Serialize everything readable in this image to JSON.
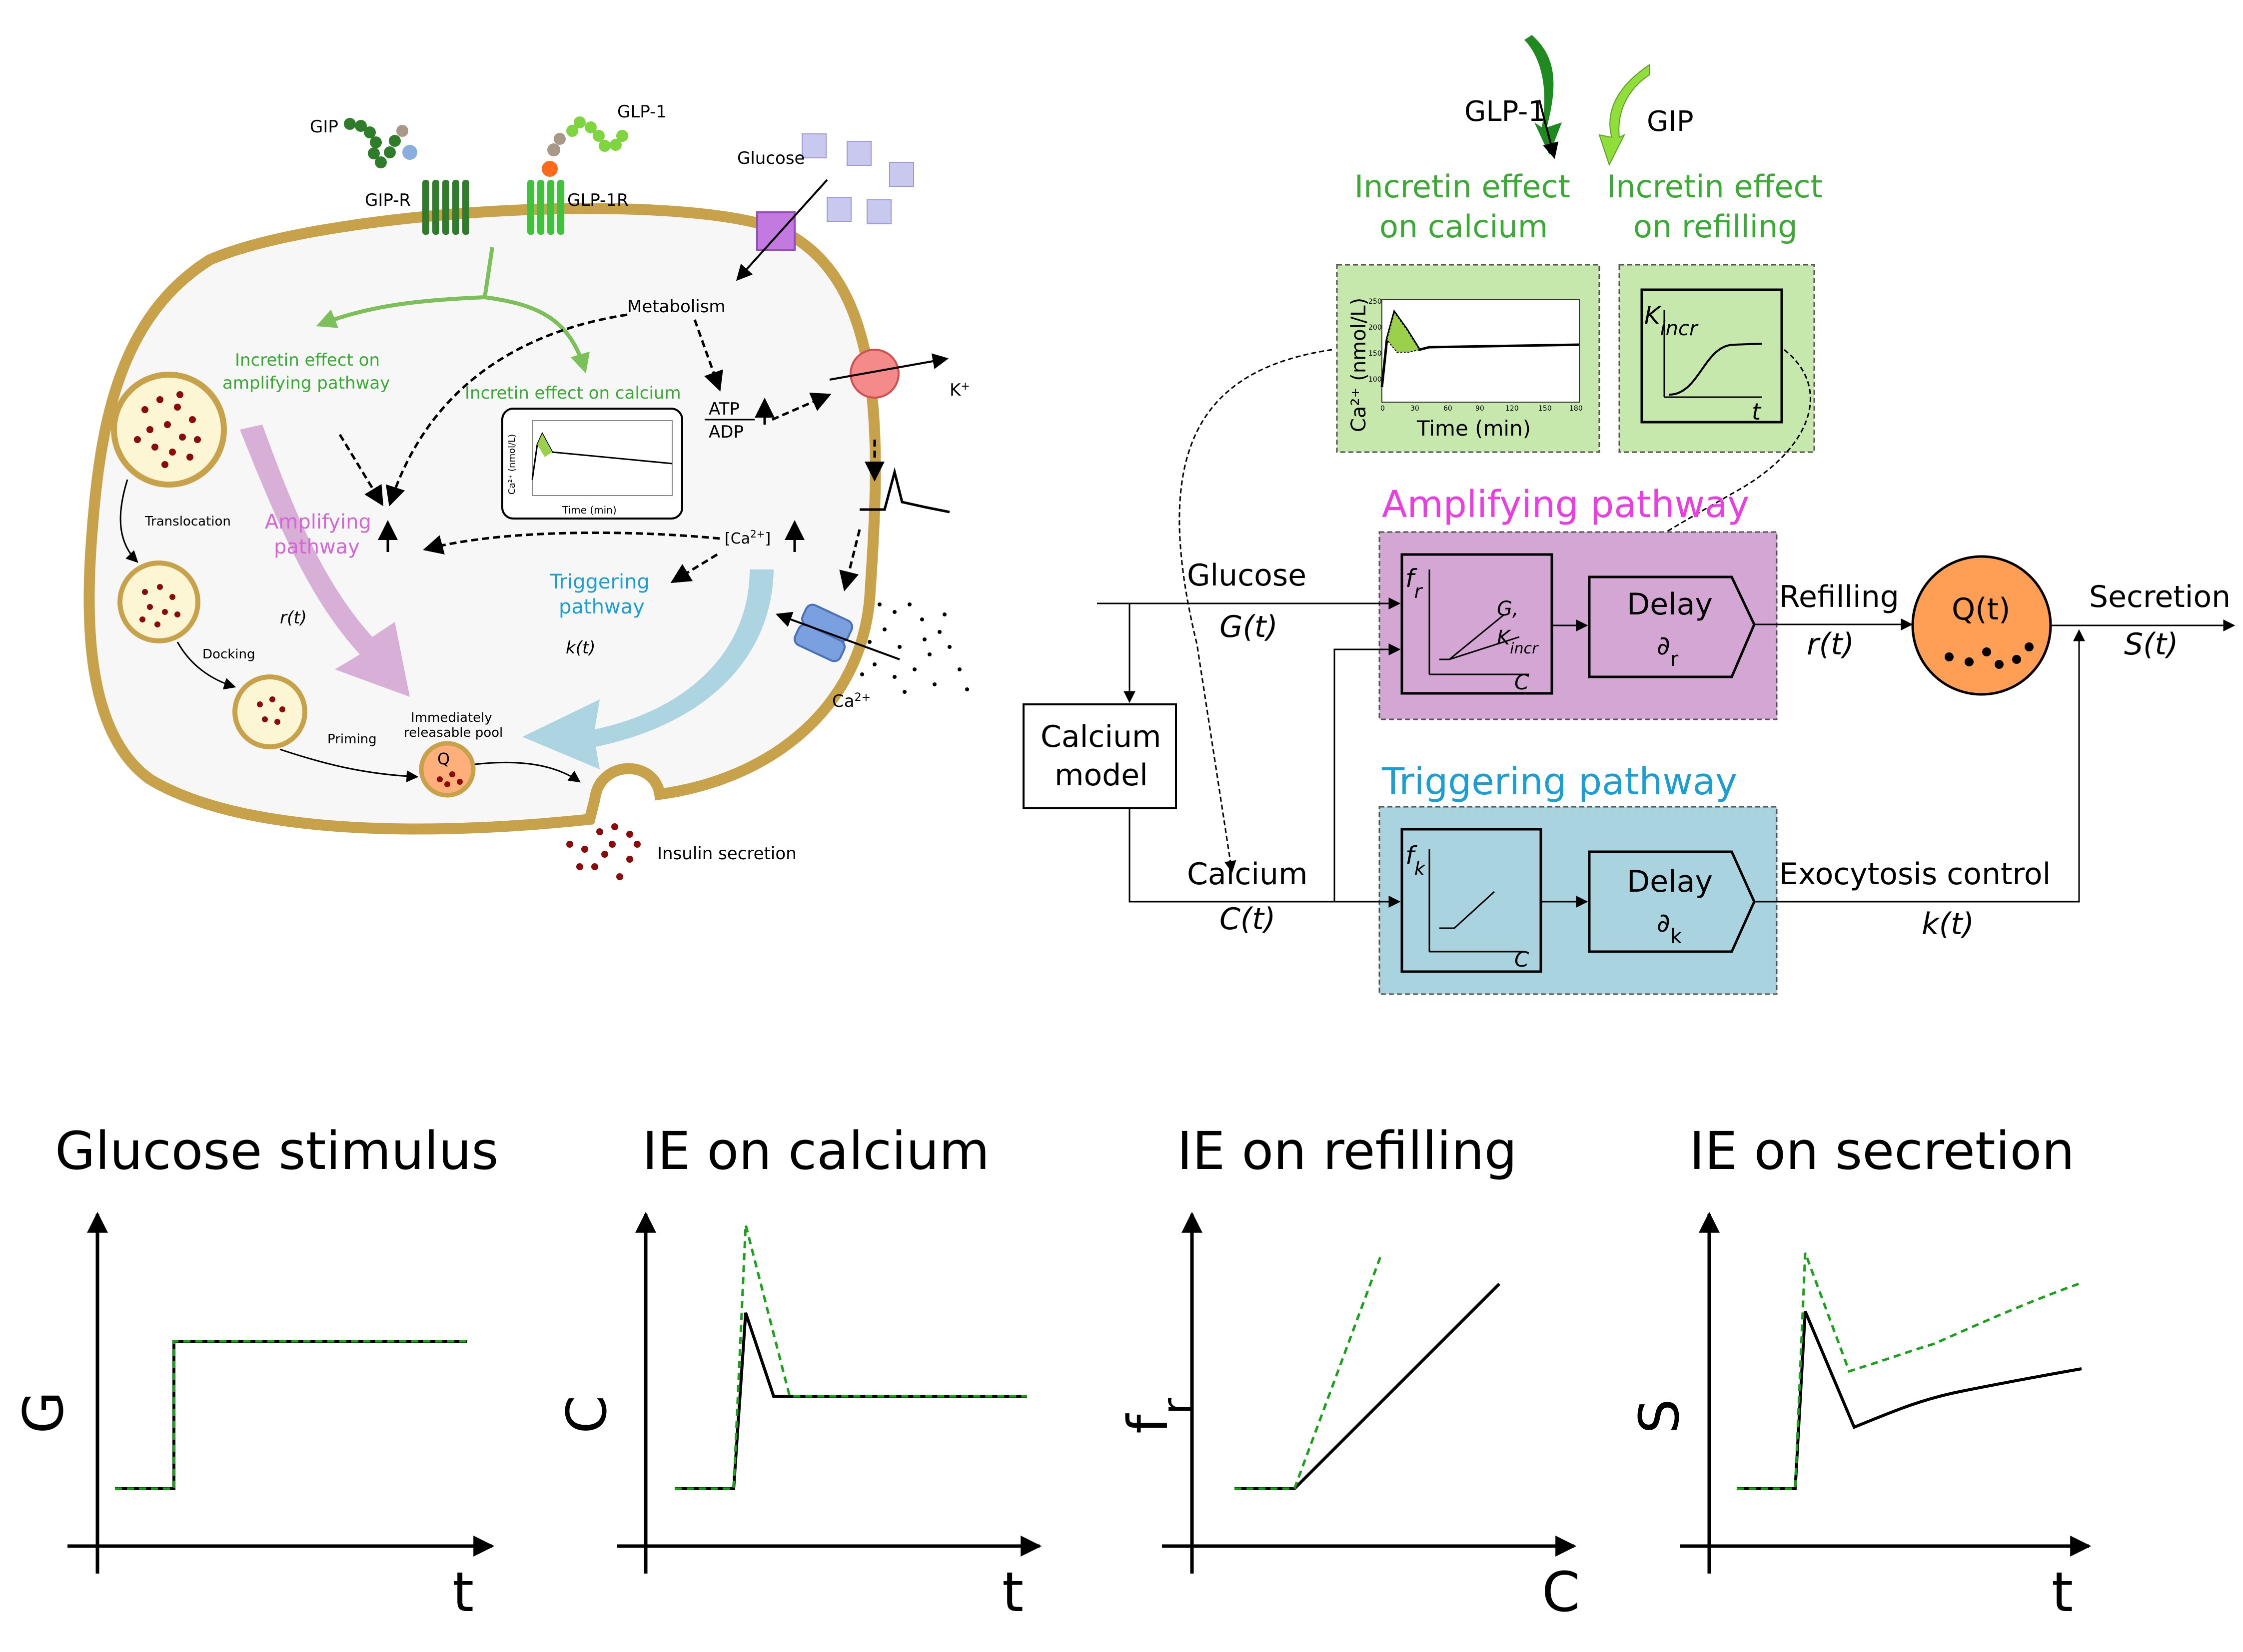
{
  "cell": {
    "gip": "GIP",
    "glp1": "GLP-1",
    "gip_r": "GIP-R",
    "glp1_r": "GLP-1R",
    "glucose": "Glucose",
    "metabolism": "Metabolism",
    "ie_amplifying_line1": "Incretin effect on",
    "ie_amplifying_line2": "amplifying pathway",
    "ie_calcium": "Incretin effect  on calcium",
    "atp": "ATP",
    "adp": "ADP",
    "k_plus": "K",
    "k_plus_sup": "+",
    "translocation": "Translocation",
    "docking": "Docking",
    "priming": "Priming",
    "amplifying_line1": "Amplifying",
    "amplifying_line2": "pathway",
    "triggering_line1": "Triggering",
    "triggering_line2": "pathway",
    "ca_bracket": "[Ca",
    "ca_bracket_sup": "2+",
    "ca_bracket_end": "]",
    "r_t": "r(t)",
    "k_t": "k(t)",
    "ca2": "Ca",
    "ca2_sup": "2+",
    "irp_line1": "Immediately",
    "irp_line2": "releasable pool",
    "q": "Q",
    "insulin_secretion": "Insulin secretion",
    "inset_ylabel": "Ca²⁺ (nmol/L)",
    "inset_xlabel": "Time (min)"
  },
  "block": {
    "glp1": "GLP-1",
    "gip": "GIP",
    "ie_calcium_line1": "Incretin effect",
    "ie_calcium_line2": "on calcium",
    "ie_refilling_line1": "Incretin effect",
    "ie_refilling_line2": "on refilling",
    "ca_ylabel": "Ca²⁺ (nmol/L)",
    "time_label": "Time (min)",
    "ca_yticks": [
      "100",
      "150",
      "200",
      "250"
    ],
    "ca_xticks": [
      "0",
      "30",
      "60",
      "90",
      "120",
      "150",
      "180"
    ],
    "k_incr": "K",
    "k_incr_sub": "incr",
    "t": "t",
    "amplifying_pathway": "Amplifying pathway",
    "triggering_pathway": "Triggering pathway",
    "glucose": "Glucose",
    "g_t": "G(t)",
    "calcium_model_line1": "Calcium",
    "calcium_model_line2": "model",
    "calcium": "Calcium",
    "c_t": "C(t)",
    "fr": "f",
    "fr_sub": "r",
    "fk": "f",
    "fk_sub": "k",
    "g_comma": "G,",
    "k_incr_small": "K",
    "k_incr_small_sub": "incr",
    "c": "C",
    "delay": "Delay",
    "delta_r": "∂",
    "delta_r_sub": "r",
    "delta_k": "∂",
    "delta_k_sub": "k",
    "refilling": "Refilling",
    "r_t": "r(t)",
    "q_t": "Q(t)",
    "secretion": "Secretion",
    "s_t": "S(t)",
    "exocytosis_control": "Exocytosis control",
    "k_t": "k(t)"
  },
  "colors": {
    "membrane": "#c8a24a",
    "incretin_green": "#3aaa35",
    "light_green_arrow": "#7cc05a",
    "amplifying_magenta": "#e93ee0",
    "amplifying_fill": "#d3a6d3",
    "triggering_cyan": "#1d9ed2",
    "triggering_fill": "#a8d3df",
    "green_box_fill": "#c6e8ad",
    "q_orange": "#ff9f55",
    "ie_dashed": "#1aa31a"
  },
  "bottom_plots": [
    {
      "title": "Glucose stimulus",
      "ylabel": "G",
      "xlabel": "t"
    },
    {
      "title": "IE on calcium",
      "ylabel": "C",
      "xlabel": "t"
    },
    {
      "title": "IE on refilling",
      "ylabel": "f",
      "ylabel_sub": "r",
      "xlabel": "C"
    },
    {
      "title": "IE on secretion",
      "ylabel": "S",
      "xlabel": "t"
    }
  ]
}
